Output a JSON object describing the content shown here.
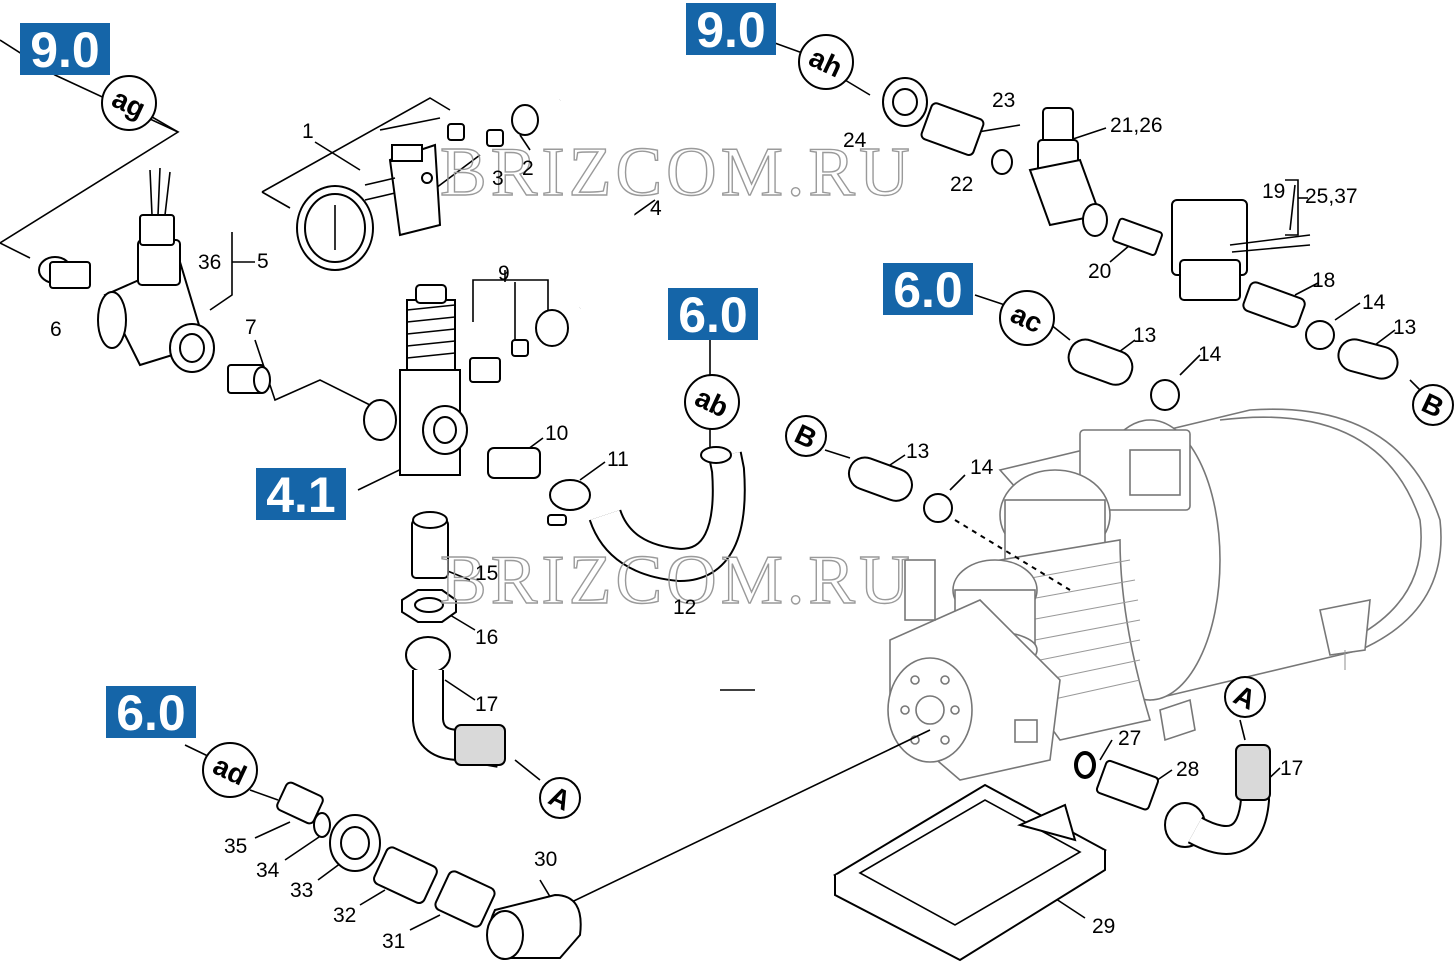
{
  "watermark": "BRIZCOM.RU",
  "colors": {
    "section_box": "#1565a8",
    "line": "#000000",
    "pump": "#777777"
  },
  "sections": [
    "9.0",
    "9.0",
    "6.0",
    "6.0",
    "6.0",
    "4.1"
  ],
  "refs": [
    "ag",
    "ah",
    "ab",
    "ac",
    "ad",
    "A",
    "A",
    "B",
    "B"
  ],
  "callouts": [
    "1",
    "2",
    "3",
    "4",
    "5",
    "6",
    "7",
    "9",
    "10",
    "11",
    "12",
    "13",
    "13",
    "13",
    "14",
    "14",
    "14",
    "15",
    "16",
    "17",
    "17",
    "18",
    "19",
    "20",
    "21,26",
    "22",
    "23",
    "24",
    "25,37",
    "27",
    "28",
    "29",
    "30",
    "31",
    "32",
    "33",
    "34",
    "35",
    "36"
  ]
}
